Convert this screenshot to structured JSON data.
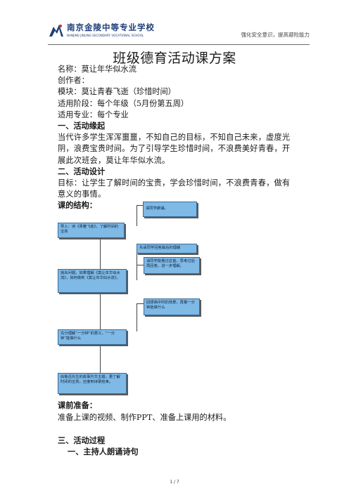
{
  "header": {
    "school_name": "南京金陵中等专业学校",
    "school_name_en": "NANJING JINLING SECONDARY VOCATIONAL SCHOOL",
    "slogan": "强化安全意识，提高避险能力"
  },
  "title": "班级德育活动课方案",
  "info": {
    "name": "名称：莫让年华似水流",
    "creator": "创作者：",
    "module": "模块：莫让青春飞逝（珍惜时间）",
    "stage": "适用阶段：每个年级（5月份第五周）",
    "major": "适用专业：每个专业"
  },
  "section1": {
    "heading": "一、活动缘起",
    "body": "当代许多学生浑浑噩噩，不知自己的目标，不知自己未来，虚度光阴，浪费宝贵时间。为了引导学生珍惜时间，不浪费美好青春，开展此次班会，莫让年华似水流。"
  },
  "section2": {
    "heading": "二、活动设计",
    "body": "目标：让学生了解时间的宝贵，学会珍惜时间，不浪费青春，做有意义的事情。",
    "structure_label": "课的结构："
  },
  "diagram": {
    "note1": "请同学朗诵。",
    "step1": "导入：诗《青春飞逝》，了解时间的宝贵",
    "note2": "先请同学回答最后的理解",
    "note3": "请同学能看过这首，思考过后再回答。进一步理解。",
    "step2": "抛出问题。如果理解《莫让年华似水流》，如何做到《莫让年华似水流》。",
    "note4": "回想高中时的场景，再看一分钟能做什么",
    "step3": "充分理解“一分钟”的意义，“一分钟”能做什么",
    "step4": "由鲁迅先生的故事升华主题，更了解时间的宝贵。还度到诗歌结束。"
  },
  "prep": {
    "heading": "课前准备：",
    "body": "准备上课的视频、制作PPT、准备上课用的材料。"
  },
  "section3": {
    "heading": "三、活动过程",
    "sub1": "一、主持人朗诵诗句"
  },
  "page": "1 / 7"
}
